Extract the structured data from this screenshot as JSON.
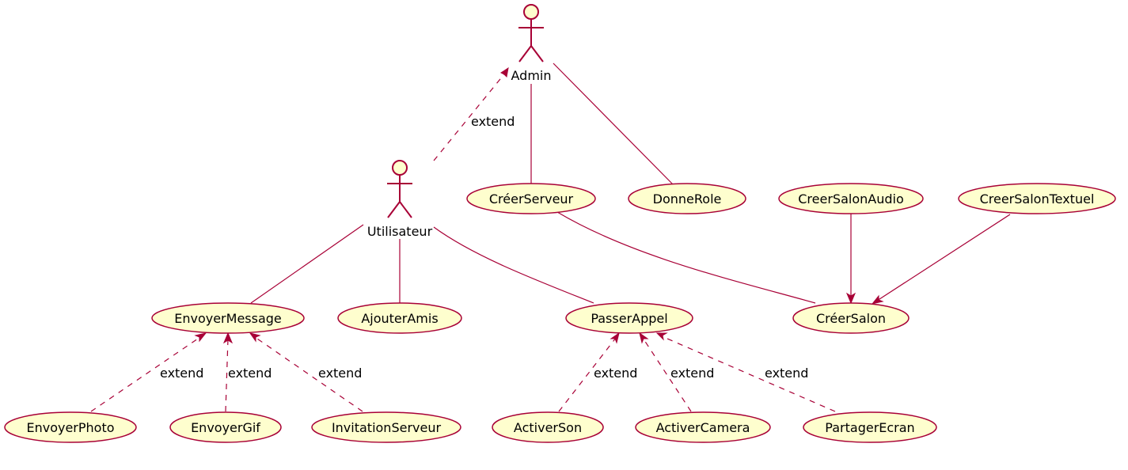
{
  "diagram": {
    "colors": {
      "line": "#A80036",
      "fill": "#FEFECE",
      "text": "#000000"
    },
    "actors": {
      "admin": "Admin",
      "utilisateur": "Utilisateur"
    },
    "use_cases": {
      "creer_serveur": "CréerServeur",
      "donne_role": "DonneRole",
      "creer_salon_audio": "CreerSalonAudio",
      "creer_salon_textuel": "CreerSalonTextuel",
      "envoyer_message": "EnvoyerMessage",
      "ajouter_amis": "AjouterAmis",
      "passer_appel": "PasserAppel",
      "creer_salon": "CréerSalon",
      "envoyer_photo": "EnvoyerPhoto",
      "envoyer_gif": "EnvoyerGif",
      "invitation_serveur": "InvitationServeur",
      "activer_son": "ActiverSon",
      "activer_camera": "ActiverCamera",
      "partager_ecran": "PartagerEcran"
    },
    "relation_labels": {
      "utilisateur_admin": "extend",
      "photo_message": "extend",
      "gif_message": "extend",
      "invitation_message": "extend",
      "son_appel": "extend",
      "camera_appel": "extend",
      "ecran_appel": "extend"
    }
  }
}
